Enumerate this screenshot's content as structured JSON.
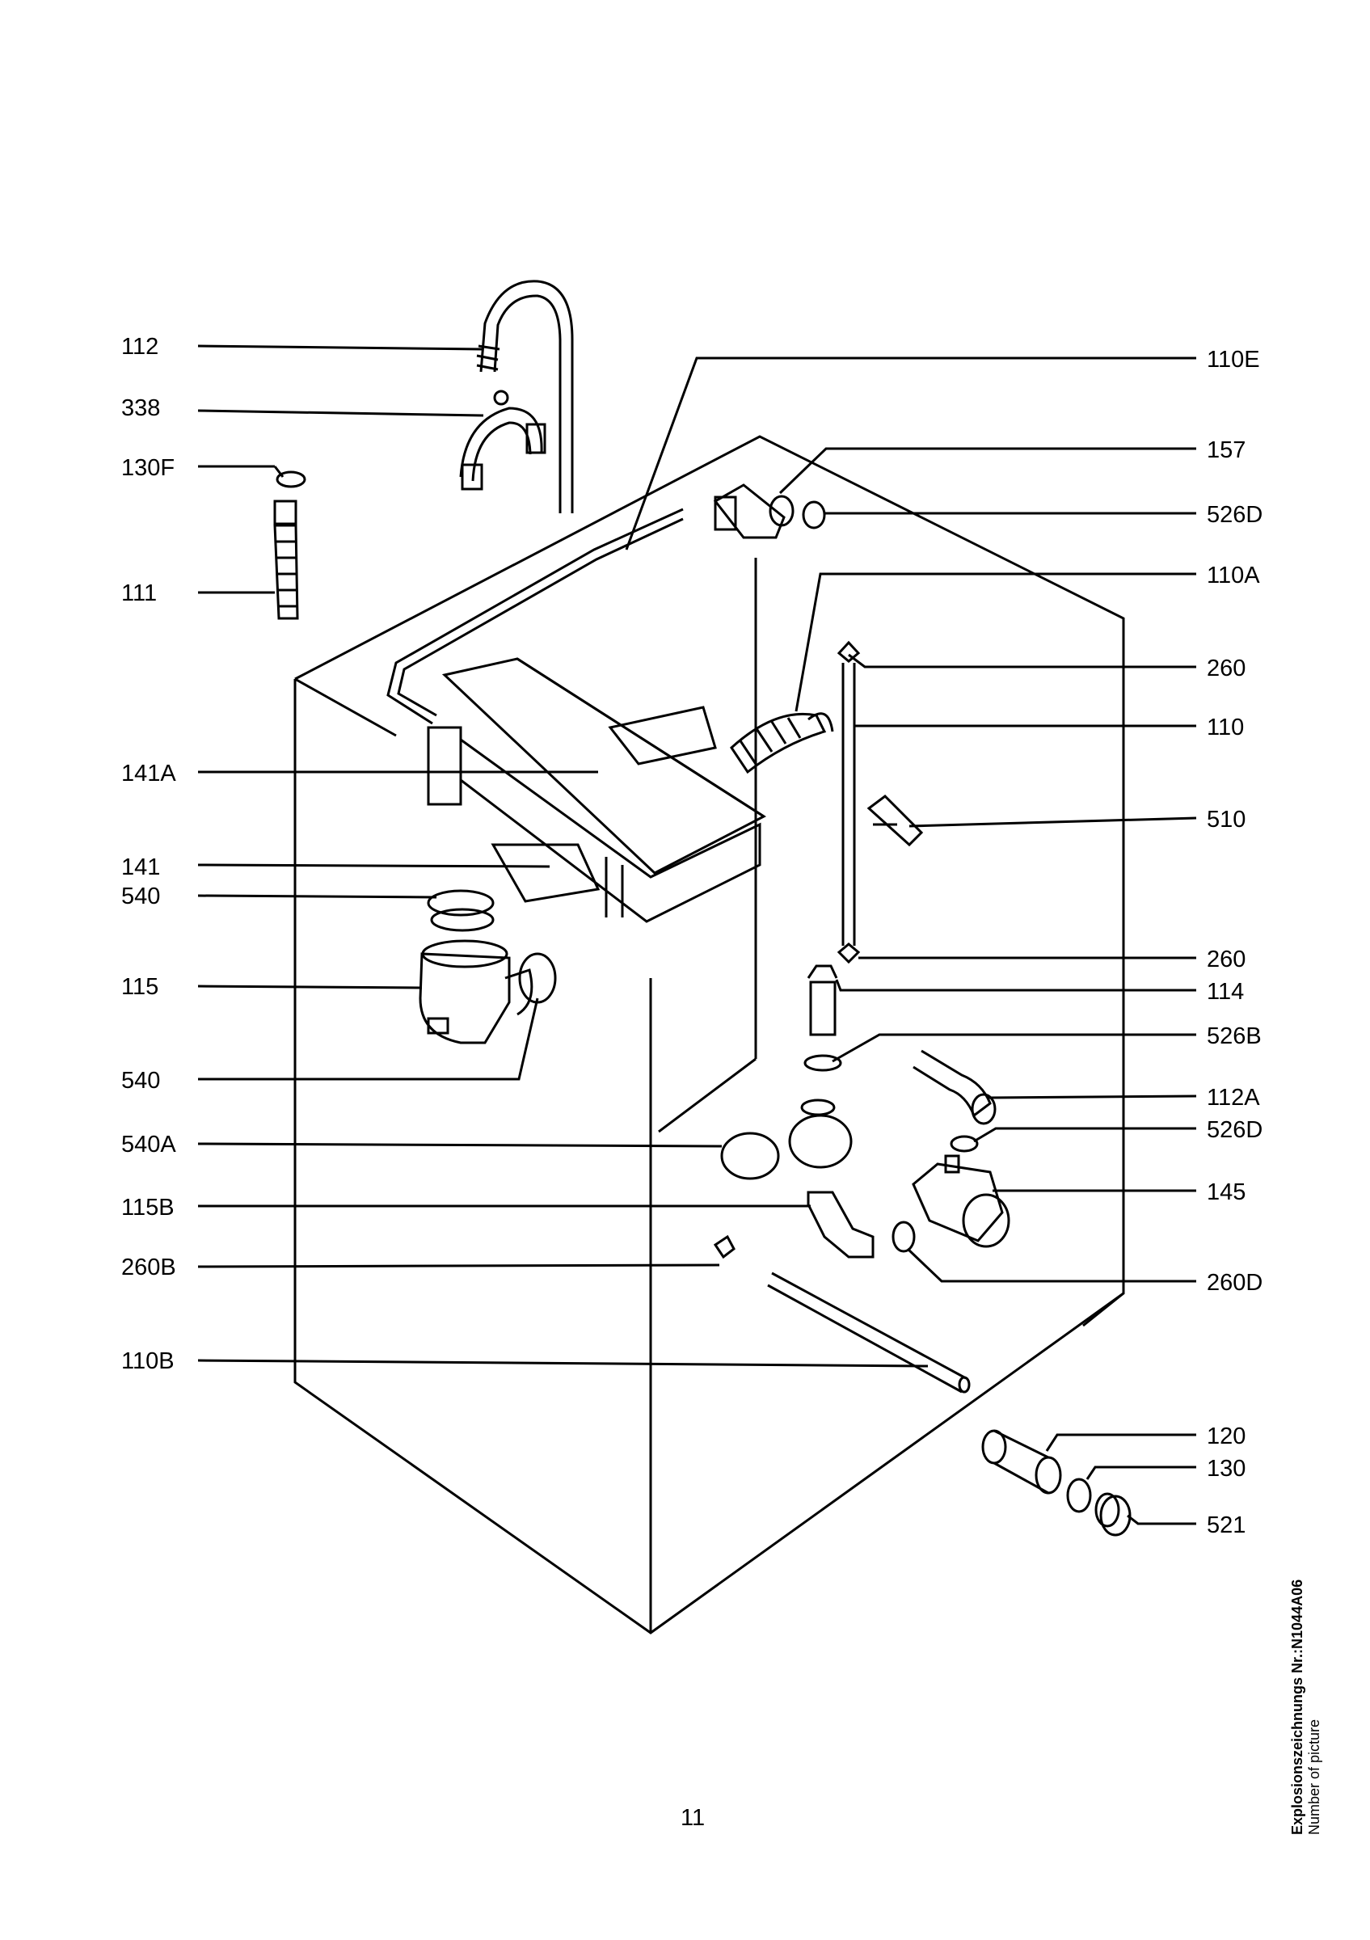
{
  "labels_left": [
    {
      "id": "112",
      "text": "112"
    },
    {
      "id": "338",
      "text": "338"
    },
    {
      "id": "130F",
      "text": "130F"
    },
    {
      "id": "111",
      "text": "111"
    },
    {
      "id": "141A",
      "text": "141A"
    },
    {
      "id": "141",
      "text": "141"
    },
    {
      "id": "540a",
      "text": "540"
    },
    {
      "id": "115",
      "text": "115"
    },
    {
      "id": "540b",
      "text": "540"
    },
    {
      "id": "540A",
      "text": "540A"
    },
    {
      "id": "115B",
      "text": "115B"
    },
    {
      "id": "260B",
      "text": "260B"
    },
    {
      "id": "110B",
      "text": "110B"
    }
  ],
  "labels_right": [
    {
      "id": "110E",
      "text": "110E"
    },
    {
      "id": "157",
      "text": "157"
    },
    {
      "id": "526Da",
      "text": "526D"
    },
    {
      "id": "110A",
      "text": "110A"
    },
    {
      "id": "260a",
      "text": "260"
    },
    {
      "id": "110",
      "text": "110"
    },
    {
      "id": "510",
      "text": "510"
    },
    {
      "id": "260b",
      "text": "260"
    },
    {
      "id": "114",
      "text": "114"
    },
    {
      "id": "526B",
      "text": "526B"
    },
    {
      "id": "112A",
      "text": "112A"
    },
    {
      "id": "526Db",
      "text": "526D"
    },
    {
      "id": "145",
      "text": "145"
    },
    {
      "id": "260D",
      "text": "260D"
    },
    {
      "id": "120",
      "text": "120"
    },
    {
      "id": "130",
      "text": "130"
    },
    {
      "id": "521",
      "text": "521"
    }
  ],
  "page_number": "11",
  "side_note": {
    "title": "Explosionszeichnungs Nr.:N1044A06",
    "subtitle": "Number of picture"
  }
}
